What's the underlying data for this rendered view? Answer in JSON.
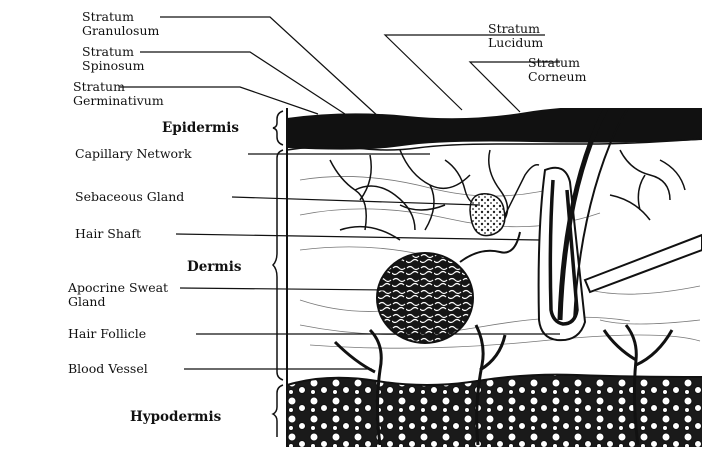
{
  "labels": {
    "stratum_granulosum": [
      "Stratum",
      "Granulosum"
    ],
    "stratum_spinosum": [
      "Stratum",
      "Spinosum"
    ],
    "stratum_germinativum": [
      "Stratum",
      "Germinativum"
    ],
    "stratum_lucidum": [
      "Stratum",
      "Lucidum"
    ],
    "stratum_corneum": [
      "Stratum",
      "Corneum"
    ],
    "capillary_network": "Capillary Network",
    "sebaceous_gland": "Sebaceous Gland",
    "hair_shaft": "Hair Shaft",
    "apocrine_sweat_gland": [
      "Apocrine Sweat",
      "Gland"
    ],
    "hair_follicle": "Hair Follicle",
    "blood_vessel": "Blood Vessel"
  },
  "regions": {
    "epidermis": "Epidermis",
    "dermis": "Dermis",
    "hypodermis": "Hypodermis"
  },
  "colors": {
    "ink": "#111111",
    "background": "#ffffff"
  }
}
